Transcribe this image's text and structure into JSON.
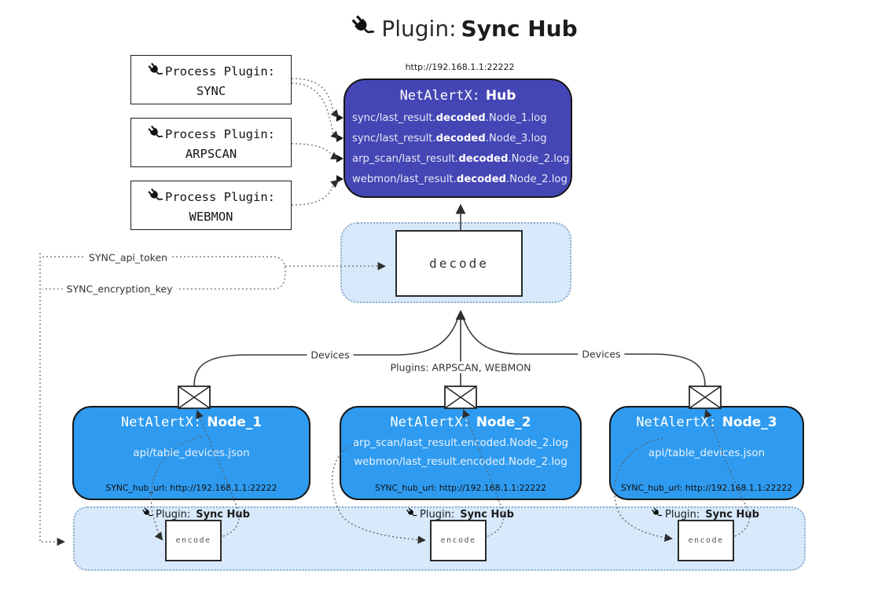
{
  "title": {
    "prefix": "Plugin:",
    "name": "Sync Hub"
  },
  "hub": {
    "url": "http://192.168.1.1:22222",
    "title_prefix": "NetAlertX:",
    "title_name": "Hub",
    "logs": [
      {
        "pre": "sync/last_result.",
        "bold": "decoded",
        "post": ".Node_1.log"
      },
      {
        "pre": "sync/last_result.",
        "bold": "decoded",
        "post": ".Node_3.log"
      },
      {
        "pre": "arp_scan/last_result.",
        "bold": "decoded",
        "post": ".Node_2.log"
      },
      {
        "pre": "webmon/last_result.",
        "bold": "decoded",
        "post": ".Node_2.log"
      }
    ]
  },
  "process_plugins": [
    {
      "label": "Process Plugin:",
      "name": "SYNC"
    },
    {
      "label": "Process Plugin:",
      "name": "ARPSCAN"
    },
    {
      "label": "Process Plugin:",
      "name": "WEBMON"
    }
  ],
  "decode_label": "decode",
  "settings": {
    "api_token": "SYNC_api_token",
    "encryption_key": "SYNC_encryption_key"
  },
  "edge_labels": {
    "devices_left": "Devices",
    "plugins_center": "Plugins: ARPSCAN, WEBMON",
    "devices_right": "Devices"
  },
  "nodes": [
    {
      "title_prefix": "NetAlertX:",
      "title_name": "Node_1",
      "lines": [
        "api/table_devices.json"
      ],
      "hub_url_label": "SYNC_hub_url: http://192.168.1.1:22222"
    },
    {
      "title_prefix": "NetAlertX:",
      "title_name": "Node_2",
      "lines": [
        "arp_scan/last_result.encoded.Node_2.log",
        "webmon/last_result.encoded.Node_2.log"
      ],
      "hub_url_label": "SYNC_hub_url: http://192.168.1.1:22222"
    },
    {
      "title_prefix": "NetAlertX:",
      "title_name": "Node_3",
      "lines": [
        "api/table_devices.json"
      ],
      "hub_url_label": "SYNC_hub_url: http://192.168.1.1:22222"
    }
  ],
  "sync_plugin_panels": [
    {
      "label_prefix": "Plugin:",
      "label_name": "Sync Hub",
      "box_label": "encode"
    },
    {
      "label_prefix": "Plugin:",
      "label_name": "Sync Hub",
      "box_label": "encode"
    },
    {
      "label_prefix": "Plugin:",
      "label_name": "Sync Hub",
      "box_label": "encode"
    }
  ],
  "colors": {
    "hub_bg": "#4446B5",
    "node_bg": "#2E9BF0",
    "panel_bg": "#D7E9FB",
    "panel_border": "#92AEC9"
  }
}
